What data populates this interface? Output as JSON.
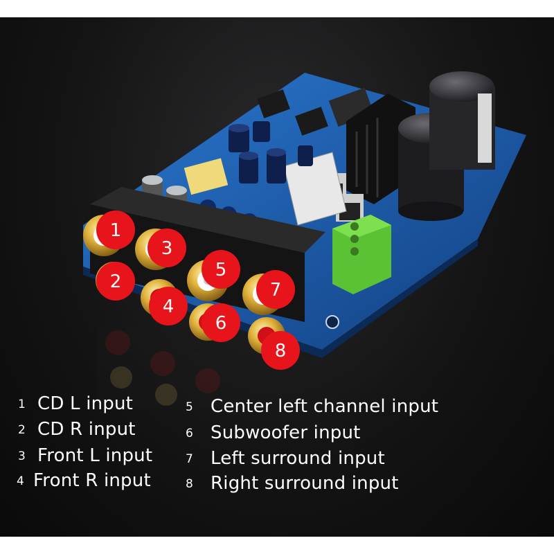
{
  "photo": {
    "subject": "audio amplifier board with RCA input jacks",
    "background_color": "#141415",
    "board_color": "#1f5fb0",
    "marker_color": "#e8141c"
  },
  "markers": [
    "1",
    "2",
    "3",
    "4",
    "5",
    "6",
    "7",
    "8"
  ],
  "legend": {
    "items": [
      {
        "num": "1",
        "label": "CD L input"
      },
      {
        "num": "2",
        "label": "CD R input"
      },
      {
        "num": "3",
        "label": "Front L input"
      },
      {
        "num": "4",
        "label": "Front R input"
      },
      {
        "num": "5",
        "label": "Center left channel input"
      },
      {
        "num": "6",
        "label": "Subwoofer input"
      },
      {
        "num": "7",
        "label": "Left surround input"
      },
      {
        "num": "8",
        "label": "Right surround input"
      }
    ]
  }
}
